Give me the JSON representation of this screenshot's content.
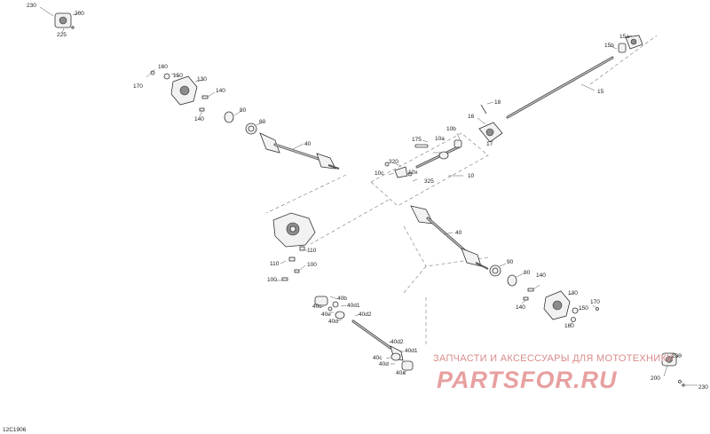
{
  "diagram_code": "12C1906",
  "watermark": {
    "tagline": "ЗАПЧАСТИ И АКСЕССУАРЫ ДЛЯ МОТОТЕХНИКИ",
    "logo": "PARTSFOR.RU"
  },
  "callouts": [
    {
      "id": "230-tl",
      "text": "230"
    },
    {
      "id": "200-tl",
      "text": "200"
    },
    {
      "id": "225-tl",
      "text": "225"
    },
    {
      "id": "160-tl",
      "text": "160"
    },
    {
      "id": "150-tl",
      "text": "150"
    },
    {
      "id": "170-tl",
      "text": "170"
    },
    {
      "id": "130-tl",
      "text": "130"
    },
    {
      "id": "140-tl1",
      "text": "140"
    },
    {
      "id": "140-tl2",
      "text": "140"
    },
    {
      "id": "80-tl1",
      "text": "80"
    },
    {
      "id": "80-tl2",
      "text": "80"
    },
    {
      "id": "40-tl",
      "text": "40"
    },
    {
      "id": "15a",
      "text": "15a"
    },
    {
      "id": "15b",
      "text": "15b"
    },
    {
      "id": "15",
      "text": "15"
    },
    {
      "id": "18",
      "text": "18"
    },
    {
      "id": "16",
      "text": "16"
    },
    {
      "id": "17",
      "text": "17"
    },
    {
      "id": "10b",
      "text": "10b"
    },
    {
      "id": "175",
      "text": "175"
    },
    {
      "id": "10a",
      "text": "10a"
    },
    {
      "id": "320",
      "text": "320"
    },
    {
      "id": "10c",
      "text": "10c"
    },
    {
      "id": "10x",
      "text": "10x"
    },
    {
      "id": "325",
      "text": "325"
    },
    {
      "id": "10",
      "text": "10"
    },
    {
      "id": "110-1",
      "text": "110"
    },
    {
      "id": "110-2",
      "text": "110"
    },
    {
      "id": "100-1",
      "text": "100"
    },
    {
      "id": "100-2",
      "text": "100"
    },
    {
      "id": "40-mid",
      "text": "40"
    },
    {
      "id": "90",
      "text": "90"
    },
    {
      "id": "80-r",
      "text": "80"
    },
    {
      "id": "140-r1",
      "text": "140"
    },
    {
      "id": "140-r2",
      "text": "140"
    },
    {
      "id": "130-r",
      "text": "130"
    },
    {
      "id": "170-r",
      "text": "170"
    },
    {
      "id": "150-r",
      "text": "150"
    },
    {
      "id": "160-r",
      "text": "160"
    },
    {
      "id": "40b",
      "text": "40b"
    },
    {
      "id": "40c-1",
      "text": "40c"
    },
    {
      "id": "40d1-1",
      "text": "40d1"
    },
    {
      "id": "40e",
      "text": "40e"
    },
    {
      "id": "40d2-1",
      "text": "40d2"
    },
    {
      "id": "40d-1",
      "text": "40d"
    },
    {
      "id": "40d2-2",
      "text": "40d2"
    },
    {
      "id": "40d1-2",
      "text": "40d1"
    },
    {
      "id": "40c-2",
      "text": "40c"
    },
    {
      "id": "40d-2",
      "text": "40d"
    },
    {
      "id": "40a",
      "text": "40a"
    },
    {
      "id": "230-br1",
      "text": "230"
    },
    {
      "id": "200-br",
      "text": "200"
    },
    {
      "id": "230-br2",
      "text": "230"
    }
  ]
}
